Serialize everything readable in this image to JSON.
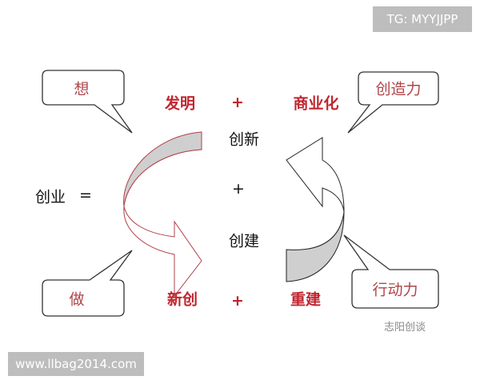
{
  "top_badge": "TG: MYYJJPP",
  "bottom_badge": "www.llbag2014.com",
  "watermark": "志阳创谈",
  "left_label": "创业",
  "equals": "=",
  "center": {
    "top": "创新",
    "plus": "+",
    "bottom": "创建"
  },
  "top_row": {
    "left": "发明",
    "plus": "+",
    "right": "商业化"
  },
  "bottom_row": {
    "left": "新创",
    "plus": "+",
    "right": "重建"
  },
  "callouts": {
    "think": "想",
    "do": "做",
    "creativity": "创造力",
    "action": "行动力"
  },
  "colors": {
    "accent": "#c0262f",
    "band": "#cfcfcf"
  }
}
